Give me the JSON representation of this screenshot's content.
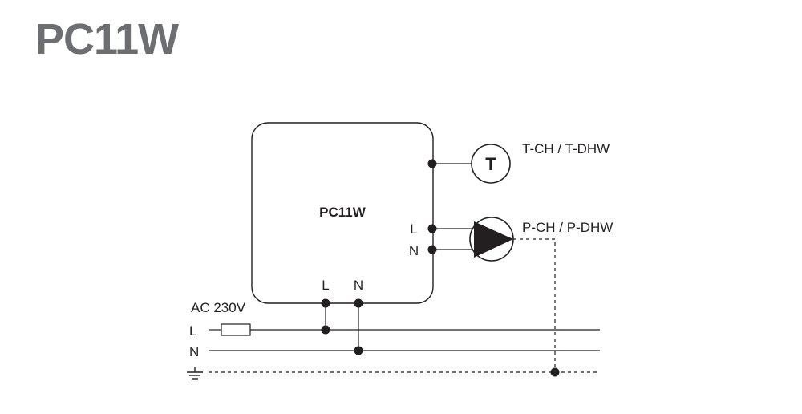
{
  "title": "PC11W",
  "device": {
    "name": "PC11W",
    "output_terminals": [
      "L",
      "N"
    ],
    "supply_terminals": [
      "L",
      "N"
    ]
  },
  "sensor": {
    "symbol": "T",
    "label": "T-CH / T-DHW"
  },
  "pump": {
    "label": "P-CH / P-DHW"
  },
  "supply": {
    "label": "AC 230V",
    "lines": [
      "L",
      "N"
    ],
    "earth_symbol": "earth-ground-icon"
  },
  "colors": {
    "title": "#6d6e71",
    "lines": "#231f20",
    "background": "#ffffff"
  }
}
